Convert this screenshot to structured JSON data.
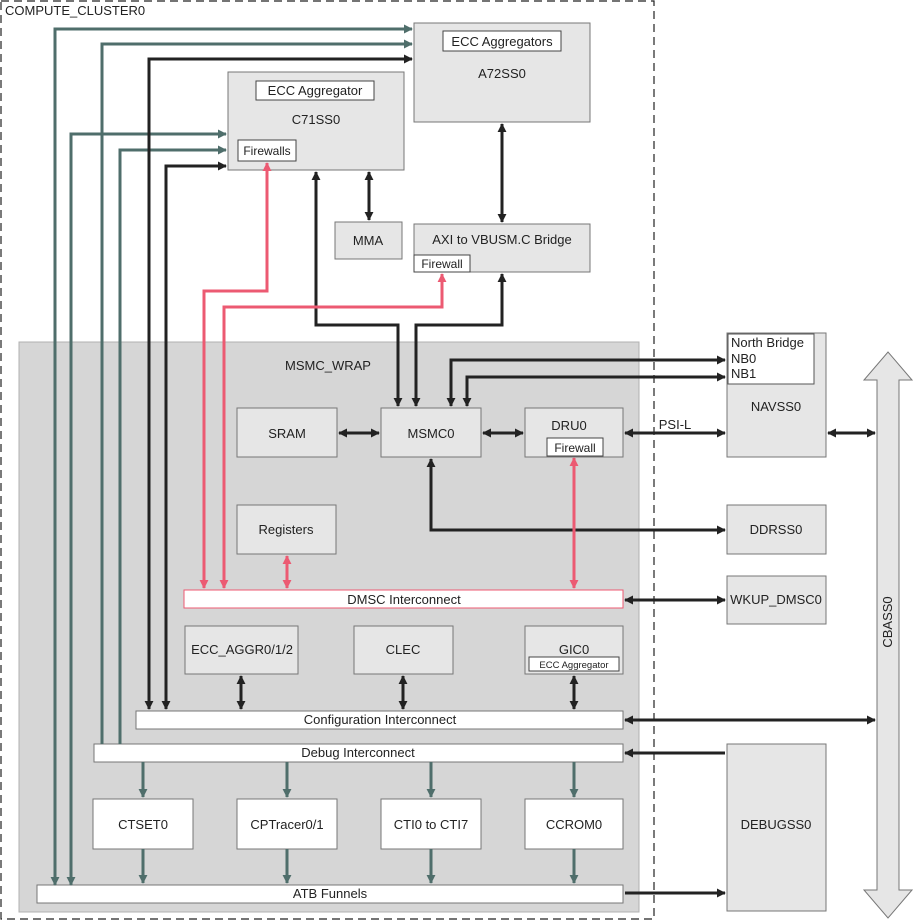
{
  "labels": {
    "compute_cluster": "COMPUTE_CLUSTER0",
    "msmc_wrap": "MSMC_WRAP",
    "ecc_aggregators": "ECC Aggregators",
    "a72ss": "A72SS0",
    "ecc_aggregator": "ECC Aggregator",
    "c71ss": "C71SS0",
    "firewalls": "Firewalls",
    "mma": "MMA",
    "axi_bridge": "AXI to VBUSM.C Bridge",
    "firewall": "Firewall",
    "sram": "SRAM",
    "msmc": "MSMC0",
    "dru": "DRU0",
    "dru_firewall": "Firewall",
    "registers": "Registers",
    "dmsc_interconnect": "DMSC Interconnect",
    "ecc_aggr012": "ECC_AGGR0/1/2",
    "clec": "CLEC",
    "gic": "GIC0",
    "gic_ecc": "ECC Aggregator",
    "config_interconnect": "Configuration Interconnect",
    "debug_interconnect": "Debug Interconnect",
    "ctset": "CTSET0",
    "cptracer": "CPTracer0/1",
    "cti": "CTI0 to CTI7",
    "ccrom": "CCROM0",
    "atb_funnels": "ATB Funnels",
    "north_bridge": "North Bridge",
    "nb0": "NB0",
    "nb1": "NB1",
    "navss": "NAVSS0",
    "psi_l": "PSI-L",
    "ddrss": "DDRSS0",
    "wkup_dmsc": "WKUP_DMSC0",
    "debugss": "DEBUGSS0",
    "cbass": "CBASS0"
  },
  "colors": {
    "block_fill": "#e6e6e6",
    "wrap_fill": "#d6d6d6",
    "black_arrow": "#222222",
    "teal_arrow": "#4f6e6b",
    "pink_arrow": "#ec5a72"
  }
}
